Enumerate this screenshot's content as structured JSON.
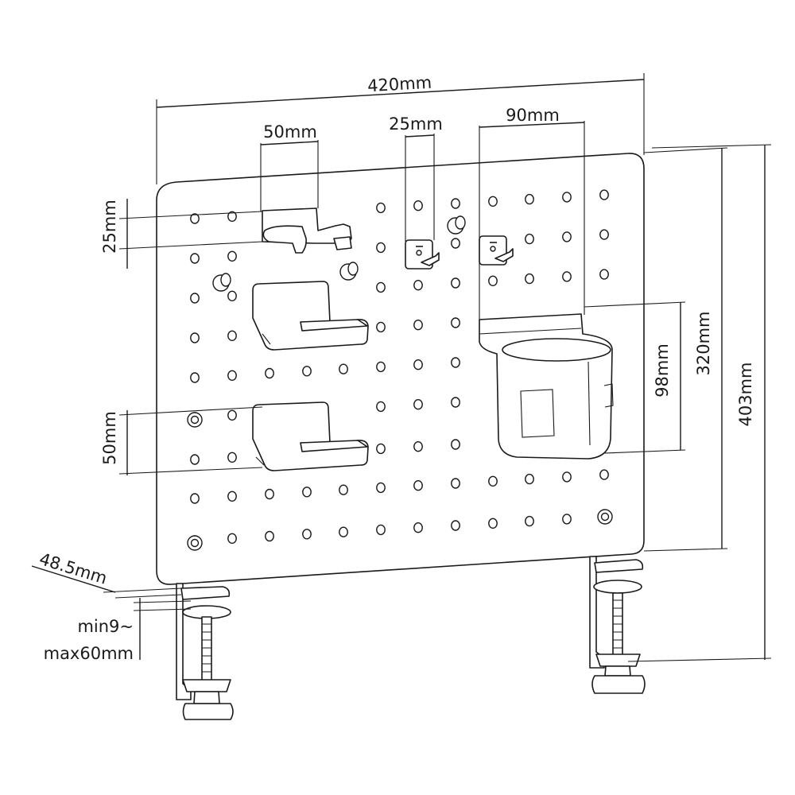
{
  "dimensions": {
    "width_total": "420mm",
    "hook_holder_width": "50mm",
    "hook_width": "25mm",
    "cup_holder_width": "90mm",
    "hook_holder_height": "25mm",
    "shelf_height": "50mm",
    "cup_holder_height": "98mm",
    "board_height": "320mm",
    "total_height": "403mm",
    "clamp_depth": "48.5mm",
    "clamp_range_min": "min9~",
    "clamp_range_max": "max60mm"
  },
  "colors": {
    "line": "#1a1a1a",
    "background": "#ffffff"
  }
}
